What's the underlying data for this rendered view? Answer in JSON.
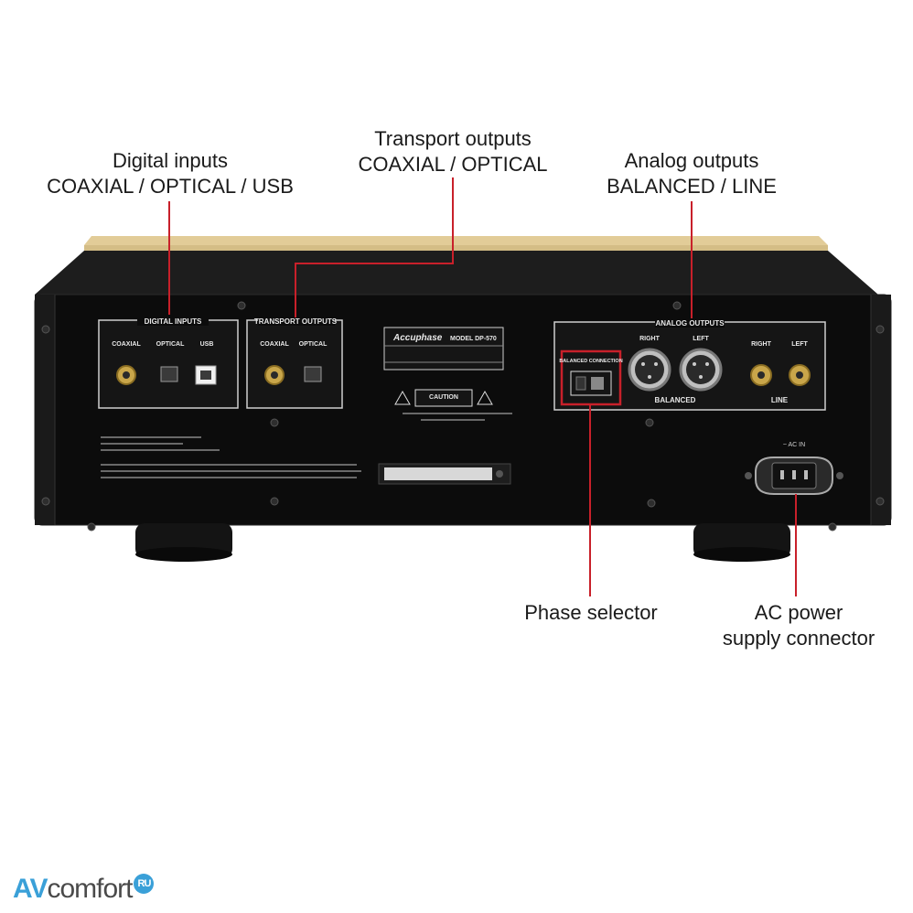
{
  "callouts": {
    "digital_inputs": {
      "line1": "Digital inputs",
      "line2": "COAXIAL / OPTICAL / USB"
    },
    "transport_outputs": {
      "line1": "Transport outputs",
      "line2": "COAXIAL / OPTICAL"
    },
    "analog_outputs": {
      "line1": "Analog outputs",
      "line2": "BALANCED / LINE"
    },
    "phase_selector": {
      "line1": "Phase selector"
    },
    "ac_power": {
      "line1": "AC power",
      "line2": "supply connector"
    }
  },
  "panel": {
    "digital_inputs_title": "DIGITAL INPUTS",
    "digital_inputs_labels": [
      "COAXIAL",
      "OPTICAL",
      "USB"
    ],
    "transport_outputs_title": "TRANSPORT OUTPUTS",
    "transport_outputs_labels": [
      "COAXIAL",
      "OPTICAL"
    ],
    "analog_outputs_title": "ANALOG OUTPUTS",
    "balanced_labels": [
      "RIGHT",
      "LEFT"
    ],
    "balanced_caption": "BALANCED",
    "line_labels": [
      "RIGHT",
      "LEFT"
    ],
    "line_caption": "LINE",
    "balanced_connection_title": "BALANCED CONNECTION",
    "model_brand": "Accuphase",
    "model_text": "MODEL DP-570",
    "caution_text": "CAUTION",
    "ac_in_label": "~ AC IN"
  },
  "colors": {
    "chassis": "#0c0c0c",
    "panel": "#151515",
    "gold": "#d9c38a",
    "leader": "#c8202a"
  },
  "watermark": {
    "av": "AV",
    "comfort": "comfort",
    "ru": "RU"
  }
}
